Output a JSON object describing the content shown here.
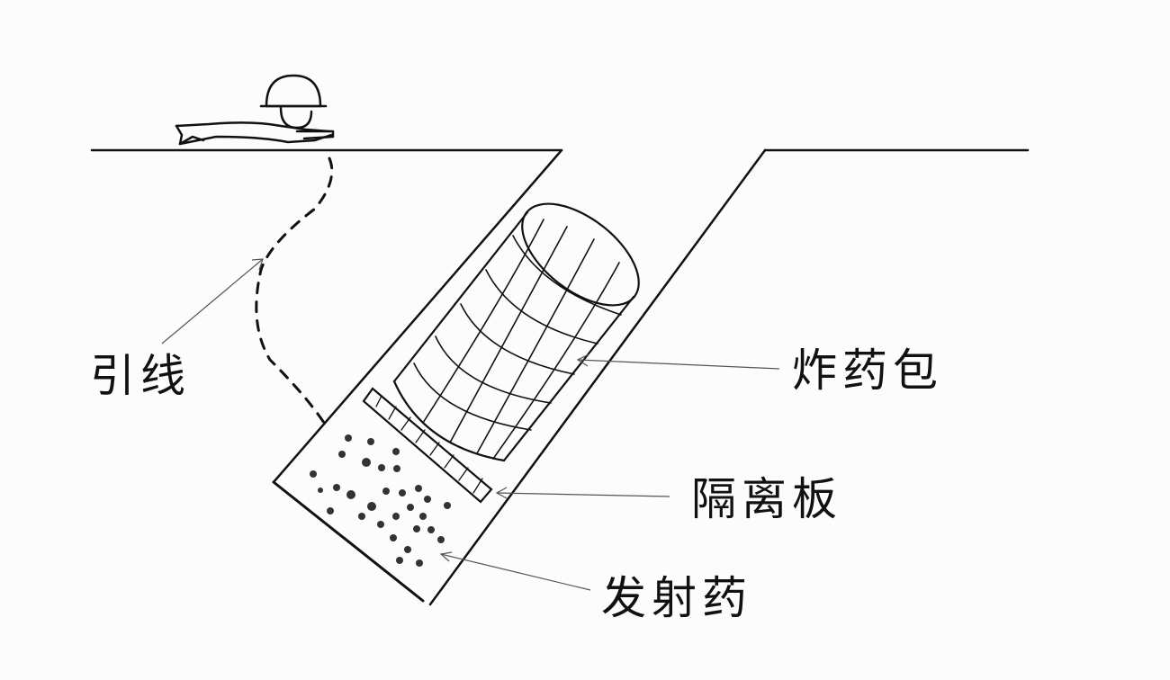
{
  "labels": {
    "fuse": "引线",
    "explosive_charge": "炸药包",
    "divider_plate": "隔离板",
    "propellant": "发射药"
  },
  "colors": {
    "background": "#fcfcfc",
    "ink": "#111111",
    "leader_line": "#555555",
    "pellet": "#333333"
  },
  "icons": {
    "soldier": "prone-soldier-with-helmet-icon"
  }
}
